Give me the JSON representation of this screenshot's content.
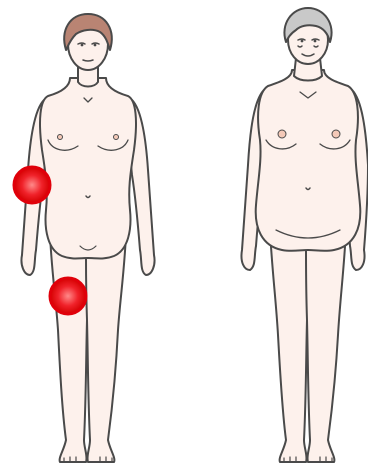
{
  "colors": {
    "skin": "#fdf1ec",
    "skin_shade": "#f6ddd3",
    "outline": "#4a4a4a",
    "young_hair": "#b98473",
    "old_hair": "#c9c9c9",
    "marker_fill": "#e8141c",
    "marker_ring": "#d40000",
    "marker_glow": "#ff6a6a"
  },
  "figures": [
    {
      "name": "young-woman-figure",
      "hair": "short-brown",
      "markers": [
        "hip-marker",
        "knee-marker"
      ]
    },
    {
      "name": "elderly-woman-figure",
      "hair": "curly-grey",
      "markers": []
    }
  ]
}
